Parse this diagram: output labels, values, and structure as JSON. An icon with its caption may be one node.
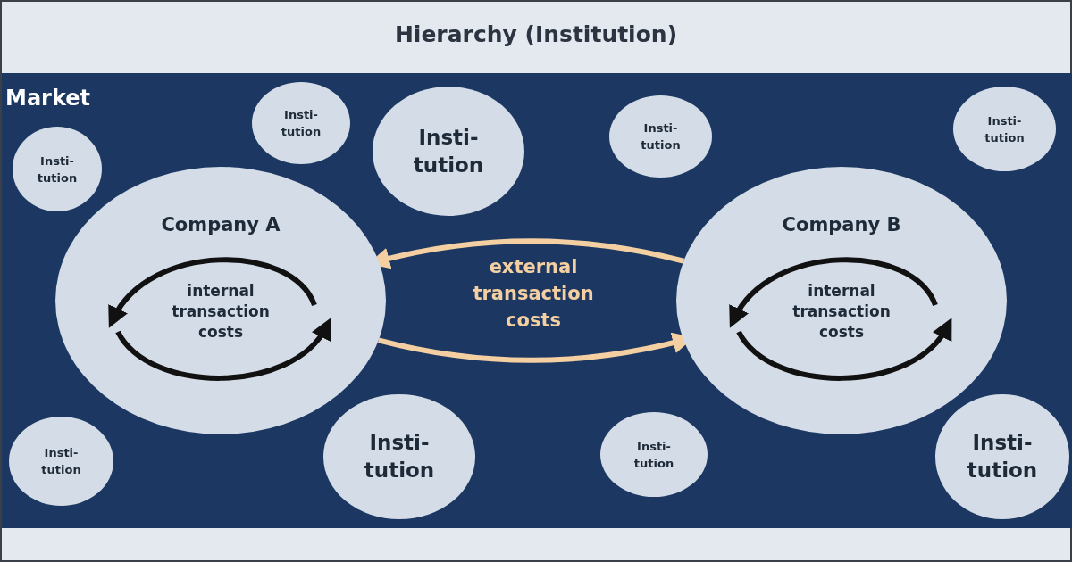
{
  "diagram": {
    "nodes": [
      {
        "text": [
          "Hierarchy (Institution)"
        ]
      },
      {
        "text": [
          "Market"
        ],
        "in": 0
      },
      {
        "text": [
          "Insti- tution"
        ],
        "in": 1
      },
      {
        "text": [
          "Insti- tution"
        ],
        "in": 1
      },
      {
        "text": [
          "Insti- tution"
        ],
        "in": 1
      },
      {
        "text": [
          "Insti- tution"
        ],
        "in": 1
      },
      {
        "text": [
          "Insti- tution"
        ],
        "in": 1
      },
      {
        "text": [
          "Company A",
          "internal transaction costs"
        ],
        "in": 1
      },
      {
        "text": [
          "Company B",
          "internal transaction costs"
        ],
        "in": 1
      },
      {
        "text": [
          "Insti- tution"
        ],
        "in": 1
      },
      {
        "text": [
          "Insti- tution"
        ],
        "in": 1
      },
      {
        "text": [
          "Insti- tution"
        ],
        "in": 1
      },
      {
        "text": [
          "Insti- tution"
        ],
        "in": 1
      }
    ],
    "edges": [
      {
        "from": 8,
        "to": 7,
        "arrow": "to",
        "color": "#f3cfa2"
      },
      {
        "from": 7,
        "to": 8,
        "arrow": "to",
        "color": "#f3cfa2"
      }
    ],
    "labels": [
      "external transaction costs"
    ]
  }
}
